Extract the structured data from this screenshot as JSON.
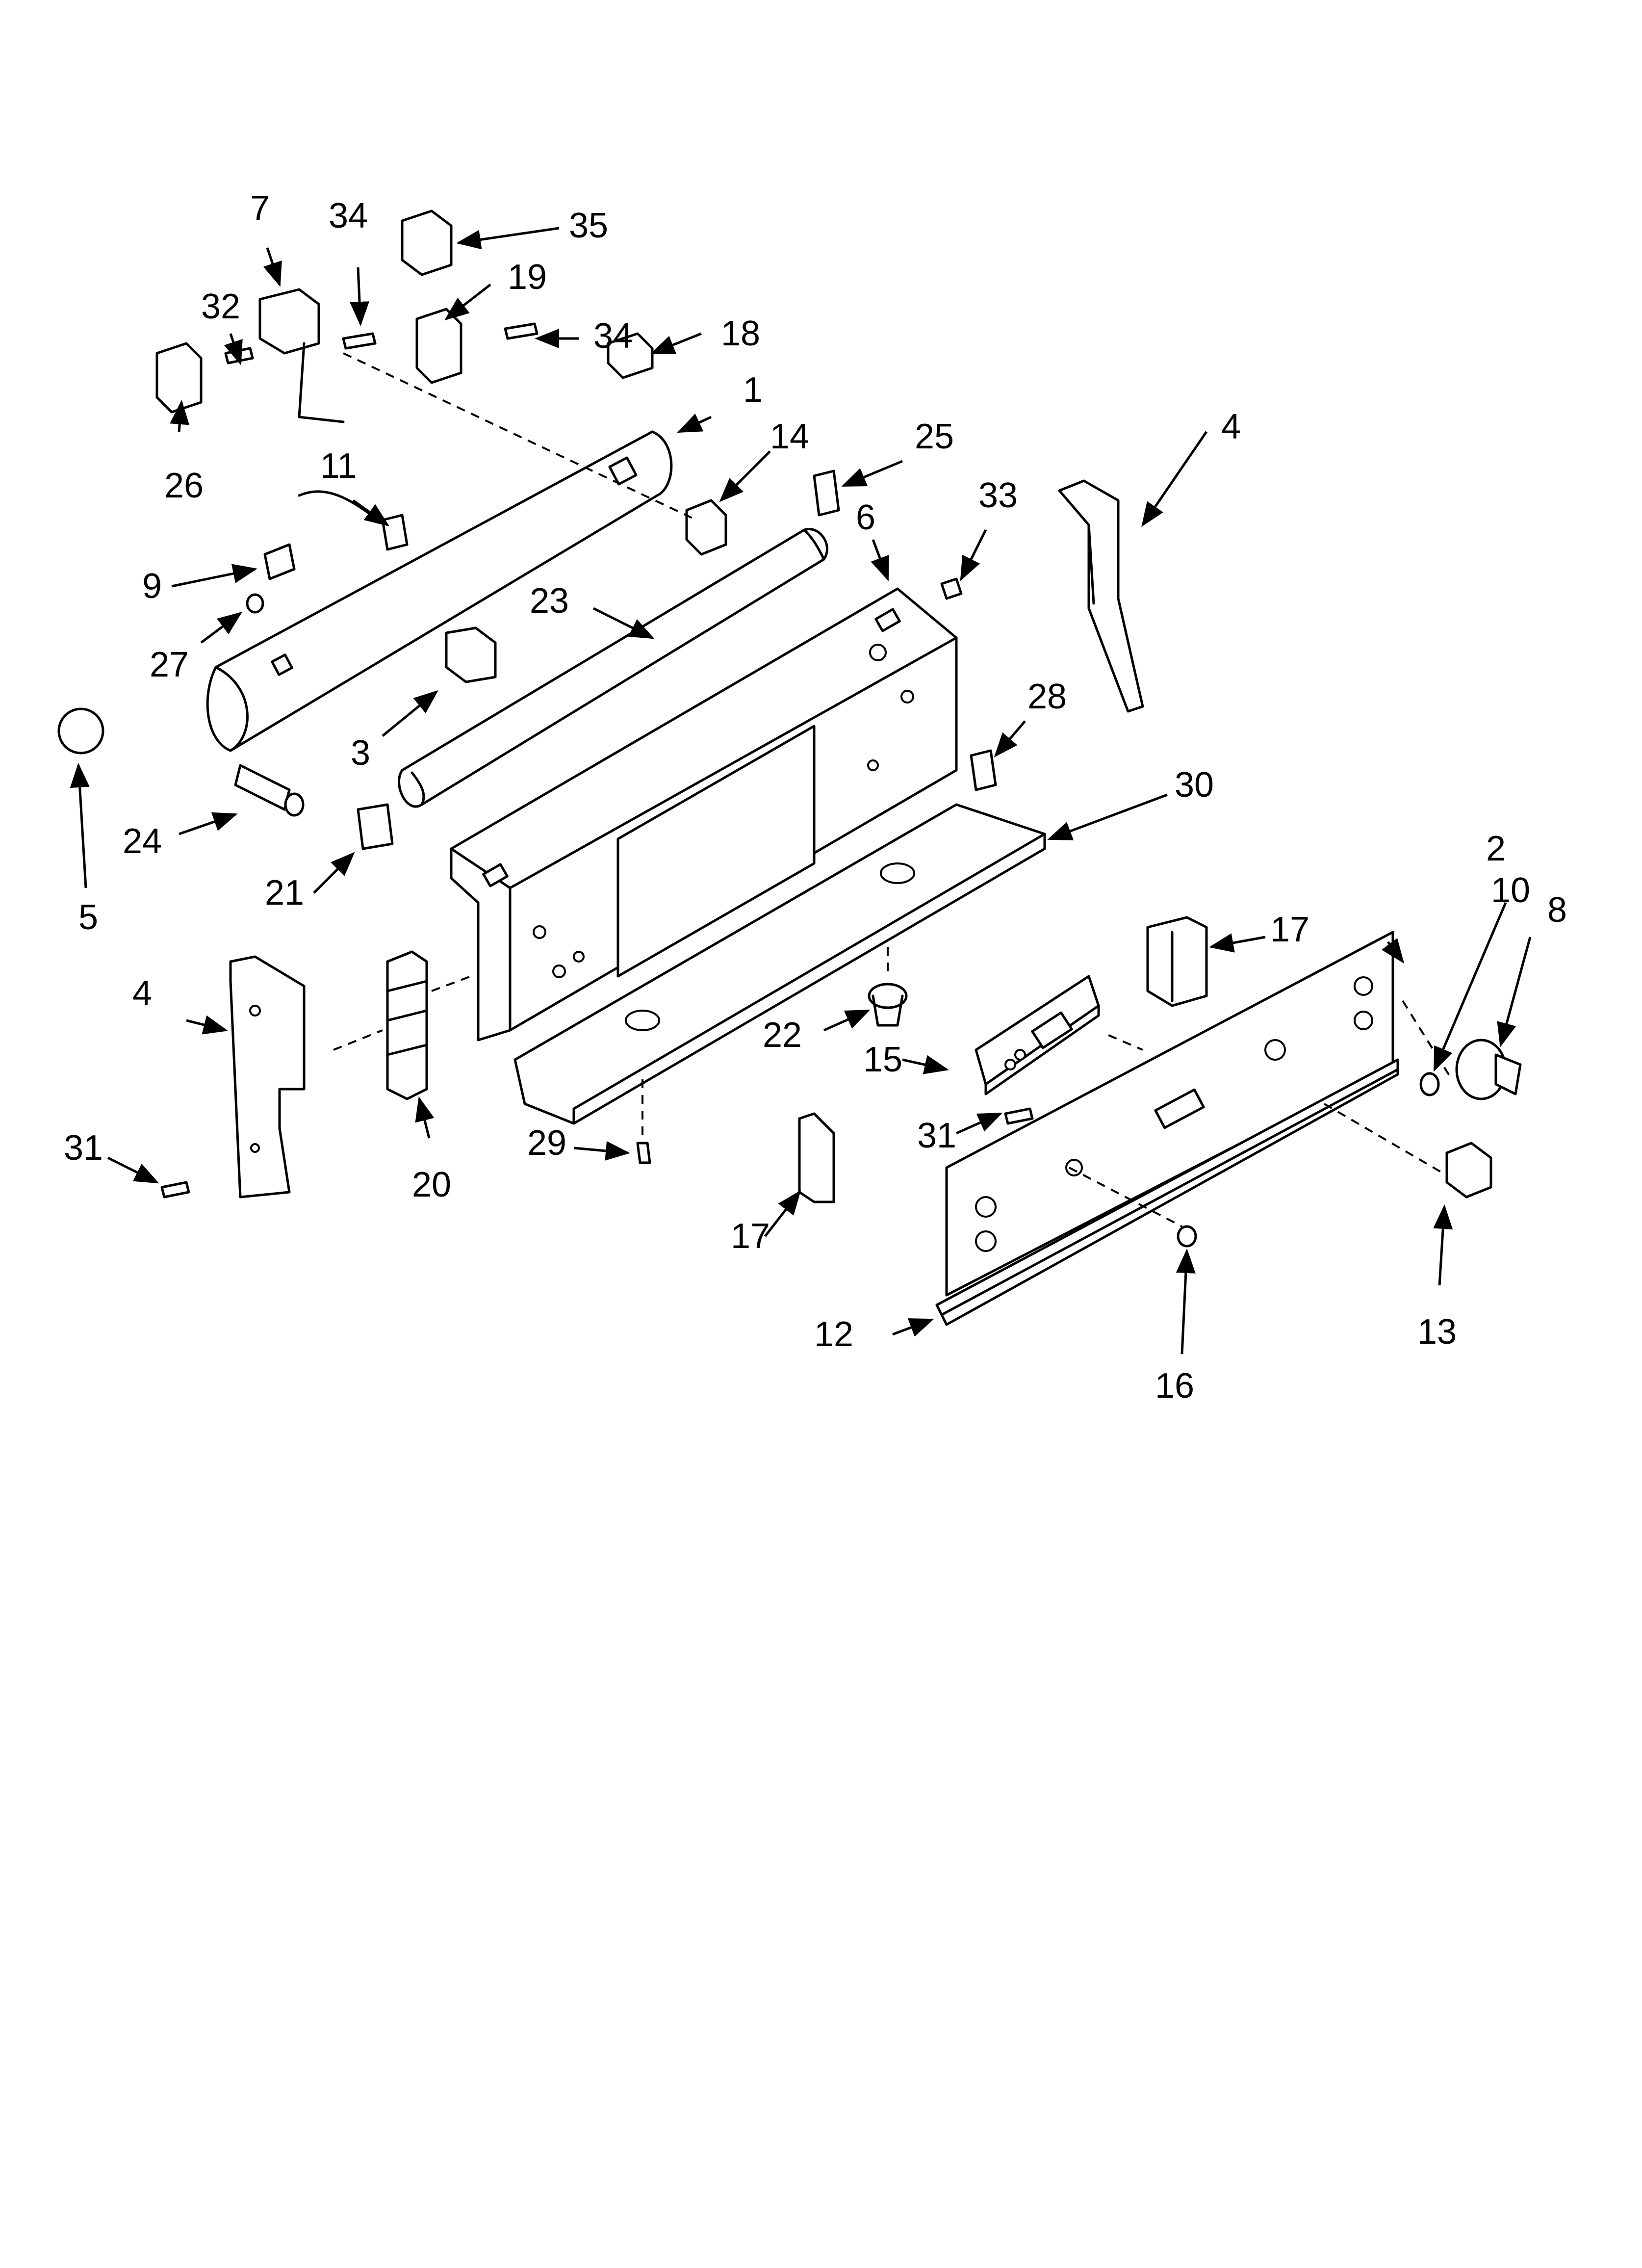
{
  "labels": [
    "1",
    "2",
    "3",
    "4",
    "4",
    "5",
    "6",
    "7",
    "8",
    "9",
    "10",
    "11",
    "12",
    "13",
    "14",
    "15",
    "16",
    "17",
    "17",
    "18",
    "19",
    "20",
    "21",
    "22",
    "23",
    "24",
    "25",
    "26",
    "27",
    "28",
    "29",
    "30",
    "31",
    "31",
    "32",
    "33",
    "34",
    "34",
    "35"
  ],
  "colors": {
    "ink": "#000000",
    "paper": "#ffffff"
  }
}
